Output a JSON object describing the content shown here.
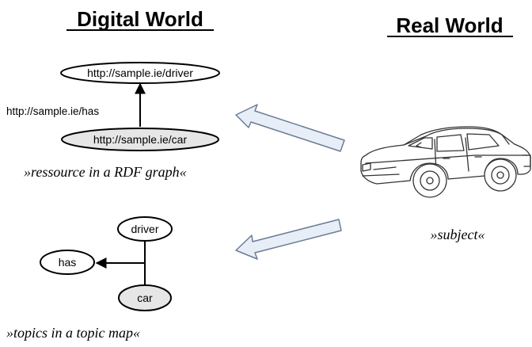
{
  "headings": {
    "digital": "Digital World",
    "real": "Real World"
  },
  "rdf_graph": {
    "top_node": "http://sample.ie/driver",
    "bottom_node": "http://sample.ie/car",
    "edge_label": "http://sample.ie/has",
    "caption": "»ressource in a RDF graph«"
  },
  "topic_map": {
    "driver_node": "driver",
    "has_node": "has",
    "car_node": "car",
    "caption": "»topics in a topic map«"
  },
  "real_world": {
    "caption": "»subject«",
    "image": "car-illustration"
  },
  "colors": {
    "shaded_node": "#e6e6e6",
    "arrow_fill": "#e8eef7",
    "arrow_stroke": "#6b7c96"
  }
}
